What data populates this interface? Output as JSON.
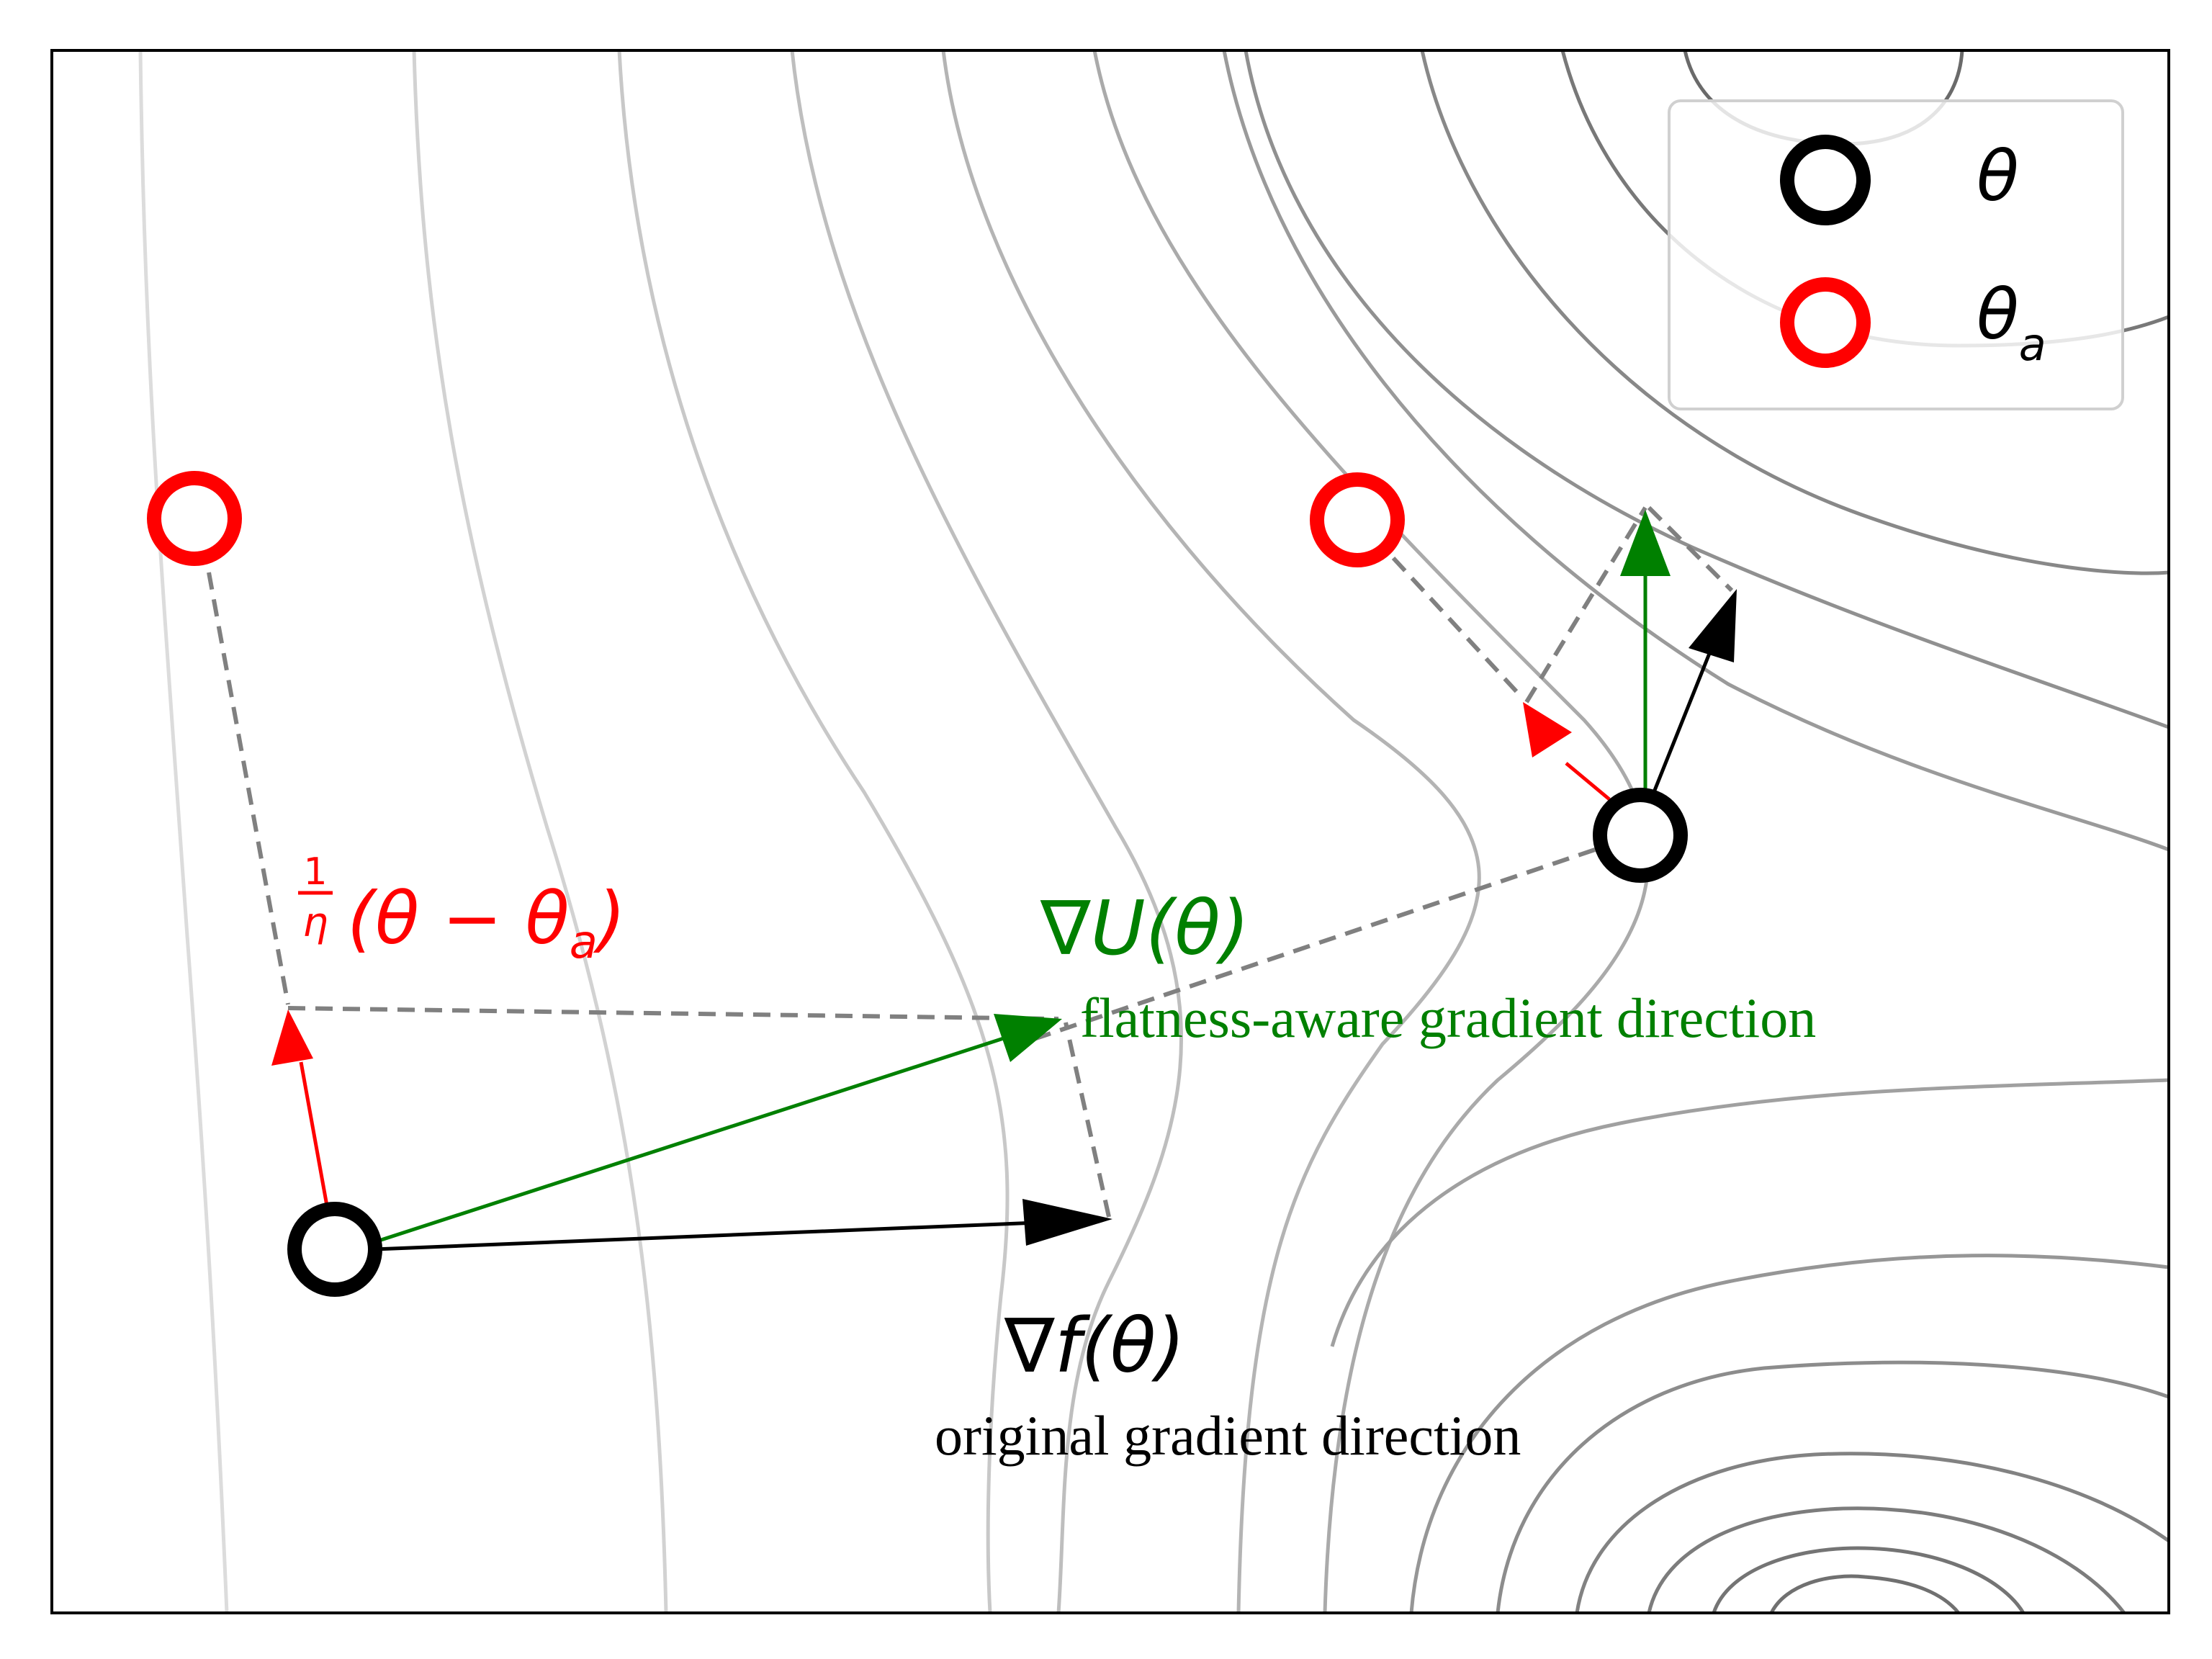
{
  "legend": {
    "items": [
      {
        "symbol": "θ",
        "color": "#000000"
      },
      {
        "symbol": "θ",
        "subscript": "a",
        "color": "#ff0000"
      }
    ]
  },
  "annotations": {
    "sam_step": {
      "fraction_num": "1",
      "fraction_den": "η",
      "expr_open": "(θ − θ",
      "expr_sub": "a",
      "expr_close": ")",
      "color": "#ff0000"
    },
    "flat_grad": {
      "symbol_nabla": "∇",
      "symbol_rest": "U(θ)",
      "description": "flatness-aware gradient direction",
      "color": "#008000"
    },
    "orig_grad": {
      "symbol_nabla": "∇",
      "symbol_rest": "f(θ)",
      "description": "original gradient direction",
      "color": "#000000"
    }
  },
  "colors": {
    "theta": "#000000",
    "theta_a": "#ff0000",
    "flat_gradient": "#008000",
    "original_gradient": "#000000",
    "construction_lines": "#808080",
    "contours": "#a0a0a0"
  }
}
